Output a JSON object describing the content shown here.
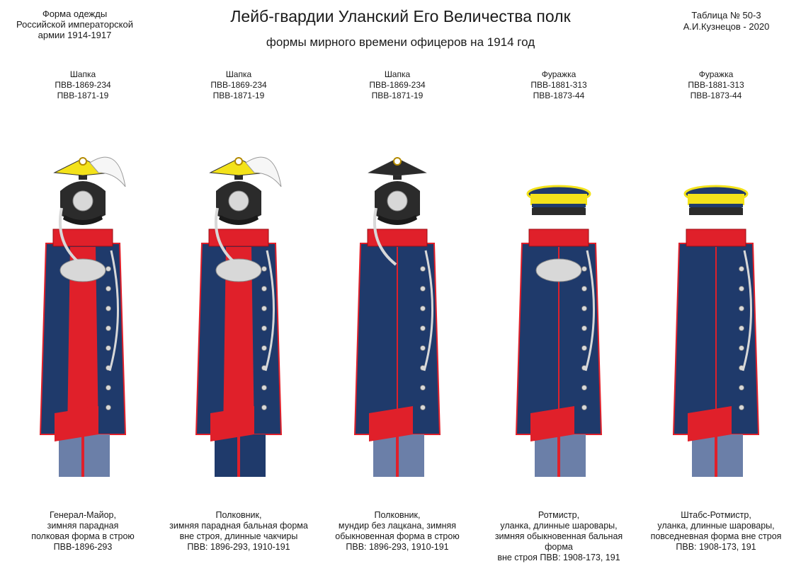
{
  "header": {
    "left_lines": [
      "Форма одежды",
      "Российской императорской",
      "армии  1914-1917"
    ],
    "title": "Лейб-гвардии Уланский Его Величества полк",
    "subtitle": "формы мирного времени офицеров на 1914 год",
    "right_lines": [
      "Таблица № 50-3",
      "А.И.Кузнецов - 2020"
    ]
  },
  "colors": {
    "navy": "#1f3a6b",
    "red": "#e0202a",
    "yellow": "#f3e21a",
    "silver": "#d8d8d8",
    "trousers": "#6b7fa8",
    "black": "#2b2b2b"
  },
  "figures": [
    {
      "hat_type": "czapka-with-plume",
      "hat_lines": [
        "Шапка",
        "ПВВ-1869-234",
        "ПВВ-1871-19"
      ],
      "caption_lines": [
        "Генерал-Майор,",
        "зимняя парадная",
        "полковая форма в строю",
        "ПВВ-1896-293"
      ]
    },
    {
      "hat_type": "czapka-with-plume",
      "hat_lines": [
        "Шапка",
        "ПВВ-1869-234",
        "ПВВ-1871-19"
      ],
      "caption_lines": [
        "Полковник,",
        "зимняя парадная бальная форма",
        "вне строя, длинные чакчиры",
        "ПВВ: 1896-293, 1910-191"
      ]
    },
    {
      "hat_type": "czapka-black",
      "hat_lines": [
        "Шапка",
        "ПВВ-1869-234",
        "ПВВ-1871-19"
      ],
      "caption_lines": [
        "Полковник,",
        "мундир без лацкана, зимняя",
        "обыкновенная форма в строю",
        "ПВВ: 1896-293, 1910-191"
      ]
    },
    {
      "hat_type": "furazhka",
      "hat_lines": [
        "Фуражка",
        "ПВВ-1881-313",
        "ПВВ-1873-44"
      ],
      "caption_lines": [
        "Ротмистр,",
        "уланка, длинные шаровары,",
        "зимняя обыкновенная бальная форма",
        "вне строя ПВВ: 1908-173, 191"
      ]
    },
    {
      "hat_type": "furazhka",
      "hat_lines": [
        "Фуражка",
        "ПВВ-1881-313",
        "ПВВ-1873-44"
      ],
      "caption_lines": [
        "Штабс-Ротмистр,",
        "уланка, длинные шаровары,",
        "повседневная форма вне строя",
        "ПВВ: 1908-173, 191"
      ]
    }
  ]
}
